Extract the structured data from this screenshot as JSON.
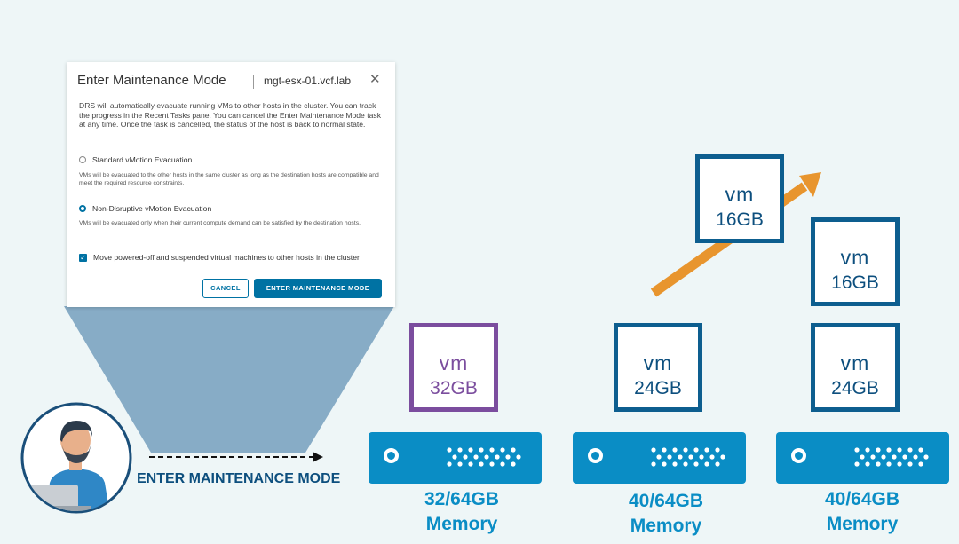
{
  "dialog": {
    "title": "Enter Maintenance Mode",
    "host": "mgt-esx-01.vcf.lab",
    "description": "DRS will automatically evacuate running VMs to other hosts in the cluster. You can track the progress in the Recent Tasks pane. You can cancel the Enter Maintenance Mode task at any time. Once the task is cancelled, the status of the host is back to normal state.",
    "option_standard_label": "Standard vMotion Evacuation",
    "option_standard_note": "VMs will be evacuated to the other hosts in the same cluster as long as the destination hosts are compatible and meet the required resource constraints.",
    "option_nondisruptive_label": "Non-Disruptive vMotion Evacuation",
    "option_nondisruptive_note": "VMs will be evacuated only when their current compute demand can be satisfied by the destination hosts.",
    "move_vms_label": "Move powered-off and suspended virtual machines to other hosts in the cluster",
    "selected_option": "Non-Disruptive vMotion Evacuation",
    "move_vms_checked": true,
    "cancel_label": "CANCEL",
    "enter_label": "ENTER MAINTENANCE MODE",
    "close_icon": "close-icon"
  },
  "diagram": {
    "action_label": "ENTER MAINTENANCE MODE",
    "vm_label": "vm",
    "vms": [
      {
        "size": "32GB",
        "color": "#7b4d9e"
      },
      {
        "size": "24GB",
        "color": "#0d5e8f"
      },
      {
        "size": "16GB",
        "color": "#0d5e8f"
      },
      {
        "size": "16GB",
        "color": "#0d5e8f"
      },
      {
        "size": "24GB",
        "color": "#0d5e8f"
      }
    ],
    "hosts": [
      {
        "memory": "32/64GB",
        "unit": "Memory"
      },
      {
        "memory": "40/64GB",
        "unit": "Memory"
      },
      {
        "memory": "40/64GB",
        "unit": "Memory"
      }
    ],
    "colors": {
      "host": "#0a8dc5",
      "arrow": "#e8952e",
      "funnel": "#87acc6",
      "vm_border": "#0d5e8f",
      "vm_highlight": "#7b4d9e"
    }
  }
}
